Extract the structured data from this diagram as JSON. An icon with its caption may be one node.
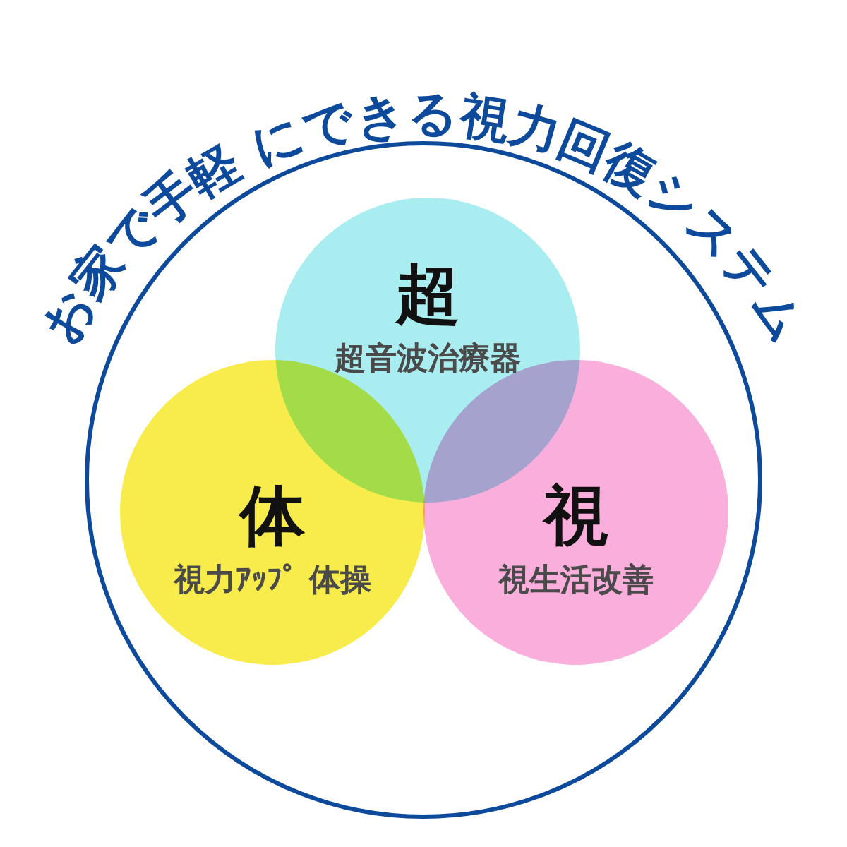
{
  "diagram": {
    "title": "お家で手軽 にできる視力回復システム",
    "nodes": [
      {
        "text": [],
        "shape": "circle"
      },
      {
        "text": [
          "超",
          "超音波治療器"
        ],
        "in": 0
      },
      {
        "text": [
          "体",
          "視力ｱｯﾌﾟ 体操"
        ],
        "in": 0
      },
      {
        "text": [
          "視",
          "視生活改善"
        ],
        "in": 0
      }
    ]
  }
}
